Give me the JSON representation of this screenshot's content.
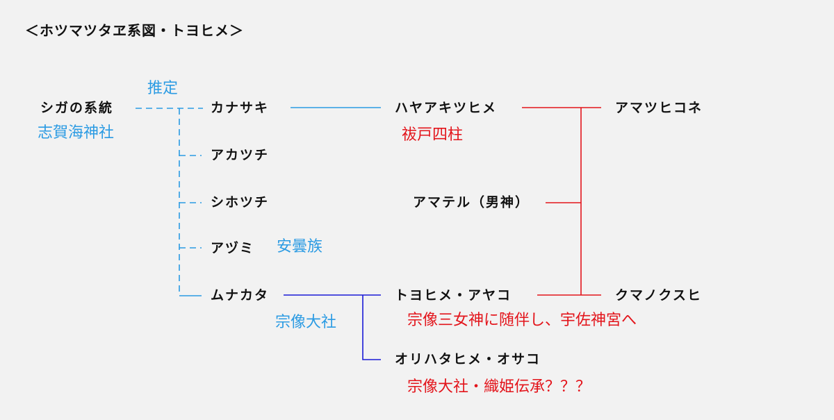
{
  "title": "＜ホツマツタヱ系図・トヨヒメ＞",
  "nodes": {
    "shiga": "シガの系統",
    "kanasaki": "カナサキ",
    "akatsuchi": "アカツチ",
    "shihotsuchi": "シホツチ",
    "azumi": "アヅミ",
    "munakata": "ムナカタ",
    "hayaakitsuhime": "ハヤアキツヒメ",
    "amateru": "アマテル（男神）",
    "toyohime": "トヨヒメ・アヤコ",
    "orihatahime": "オリハタヒメ・オサコ",
    "amatsuhikone": "アマツヒコネ",
    "kumanokusuhi": "クマノクスヒ"
  },
  "notes": {
    "suitei": "推定",
    "shikaumi": "志賀海神社",
    "azumi_clan": "安曇族",
    "munakata_taisha": "宗像大社",
    "haraedo": "祓戸四柱",
    "toyohime_note": "宗像三女神に随伴し、宇佐神宮へ",
    "orihata_note": "宗像大社・織姫伝承？？？"
  },
  "colors": {
    "background": "#f2f2f2",
    "text": "#111111",
    "light_blue": "#2b9be3",
    "dark_blue": "#1a1ad6",
    "red": "#e3141b"
  }
}
